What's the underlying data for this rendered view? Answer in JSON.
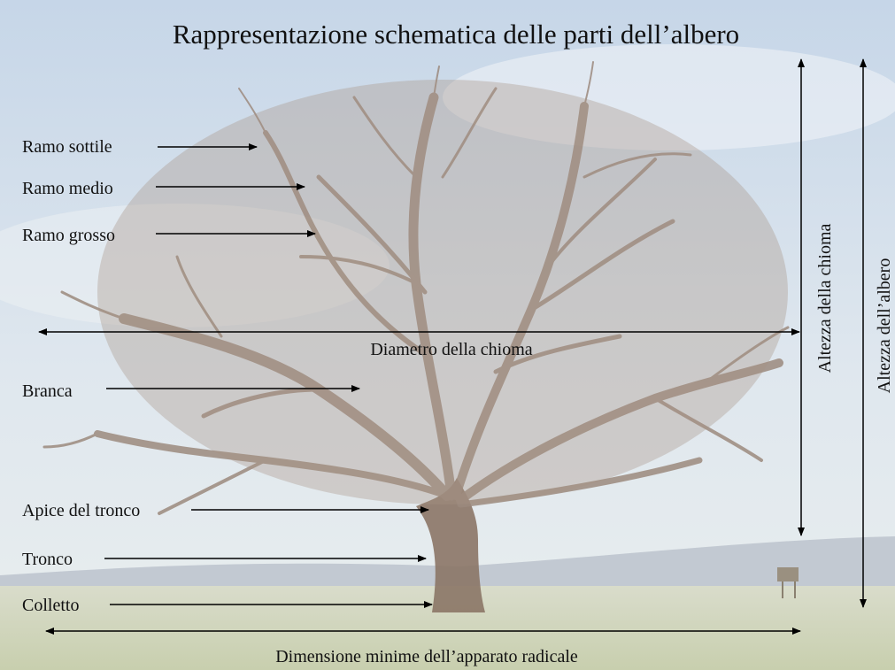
{
  "title": "Rappresentazione schematica delle parti dell’albero",
  "parts": {
    "ramo_sottile": "Ramo sottile",
    "ramo_medio": "Ramo medio",
    "ramo_grosso": "Ramo grosso",
    "branca": "Branca",
    "apice_tronco": "Apice del tronco",
    "tronco": "Tronco",
    "colletto": "Colletto"
  },
  "measures": {
    "diametro_chioma": "Diametro della chioma",
    "altezza_chioma": "Altezza della chioma",
    "altezza_albero": "Altezza dell’albero",
    "apparato_radicale": "Dimensione minime dell’apparato radicale"
  },
  "colors": {
    "sky_top": "#c9d9ea",
    "sky_bottom": "#e4ebf0",
    "field": "#cdd1b8",
    "branch": "#9c8a7e",
    "trunk": "#8a7465",
    "hills": "#aeb7c3",
    "arrow": "#000000"
  }
}
